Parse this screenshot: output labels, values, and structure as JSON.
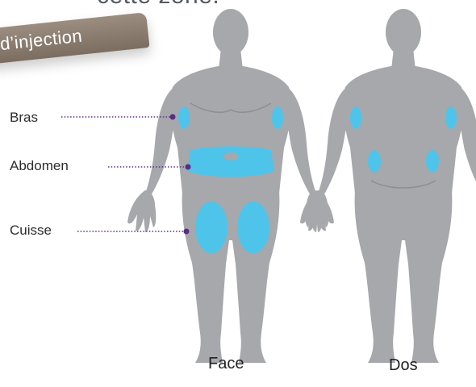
{
  "header": {
    "partial_text": "cette zone."
  },
  "banner": {
    "title": "d’injection"
  },
  "labels": {
    "arm": "Bras",
    "abdomen": "Abdomen",
    "thigh": "Cuisse"
  },
  "views": {
    "front": "Face",
    "back": "Dos"
  },
  "colors": {
    "body": "#a6a8ab",
    "body_shade": "#979a9d",
    "zone": "#4fc4ea",
    "leader": "#5b2d82",
    "banner": "#8a7c70"
  }
}
